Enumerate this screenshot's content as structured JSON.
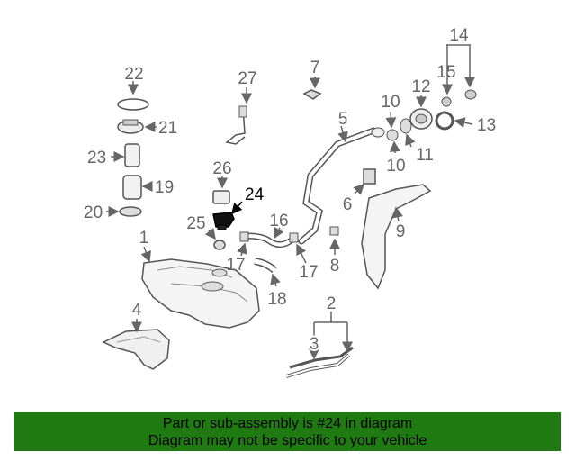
{
  "callouts": {
    "n1": "1",
    "n2": "2",
    "n3": "3",
    "n4": "4",
    "n5": "5",
    "n6": "6",
    "n7": "7",
    "n8": "8",
    "n9": "9",
    "n10a": "10",
    "n10b": "10",
    "n11": "11",
    "n12": "12",
    "n13": "13",
    "n14": "14",
    "n15": "15",
    "n16": "16",
    "n17a": "17",
    "n17b": "17",
    "n18": "18",
    "n19": "19",
    "n20": "20",
    "n21": "21",
    "n22": "22",
    "n23": "23",
    "n24": "24",
    "n25": "25",
    "n26": "26",
    "n27": "27"
  },
  "banner": {
    "line1": "Part or sub-assembly is #24 in diagram",
    "line2": "Diagram may not be specific to your vehicle"
  },
  "colors": {
    "banner_bg": "#1f7a12",
    "callout_text": "#666666",
    "highlight_text": "#000000",
    "line_art": "#555555"
  }
}
